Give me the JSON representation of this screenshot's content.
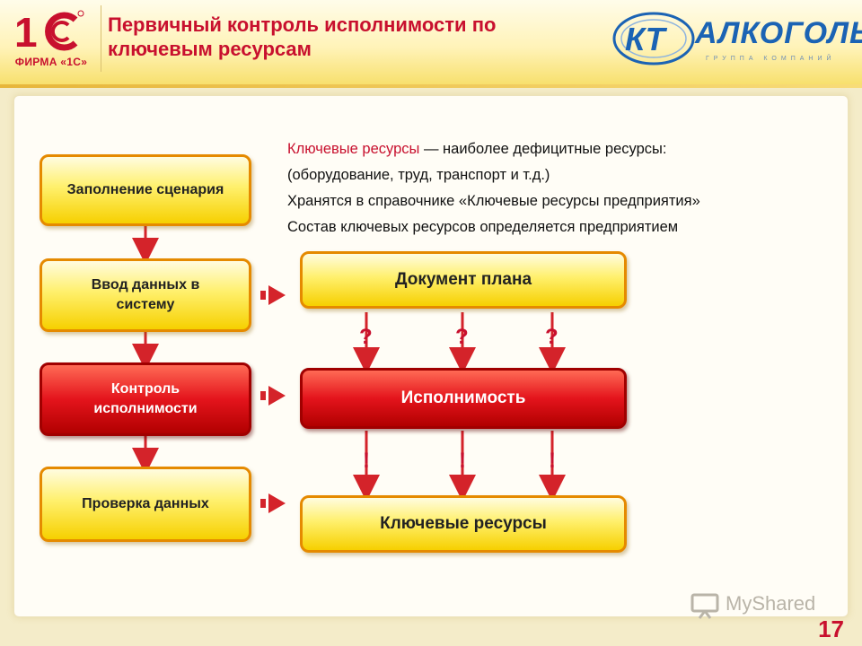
{
  "header": {
    "logo_1c_caption": "ФИРМА «1С»",
    "title": "Первичный контроль исполнимости по\nключевым ресурсам",
    "brand": {
      "name": "АЛКОГОЛЬ",
      "tagline": "ГРУППА КОМПАНИЙ",
      "mark_letters": "КТ"
    }
  },
  "info": {
    "line1_term": "Ключевые  ресурсы",
    "line1_rest": " — наиболее дефицитные ресурсы:",
    "line2": "(оборудование, труд, транспорт и т.д.)",
    "line3": "Хранятся в справочнике «Ключевые ресурсы предприятия»",
    "line4": "Состав  ключевых ресурсов определяется предприятием"
  },
  "left_steps": [
    {
      "label": "Заполнение сценария",
      "style": "yellow"
    },
    {
      "label": "Ввод данных в системy",
      "style": "yellow"
    },
    {
      "label": "Контроль исполнимости",
      "style": "red"
    },
    {
      "label": "Проверка данных",
      "style": "yellow"
    }
  ],
  "right_blocks": [
    {
      "label": "Документ плана",
      "style": "yellow"
    },
    {
      "label": "Исполнимость",
      "style": "red"
    },
    {
      "label": "Ключевые ресурсы",
      "style": "yellow"
    }
  ],
  "markers": {
    "question": "?",
    "exclamation": "!"
  },
  "watermark": "MyShared",
  "page_number": "17",
  "colors": {
    "accent_red": "#c8102e",
    "box_yellow": "#fff06c",
    "box_red": "#e4141c",
    "arrow": "#d4232a",
    "brand_blue": "#1b63b4"
  }
}
